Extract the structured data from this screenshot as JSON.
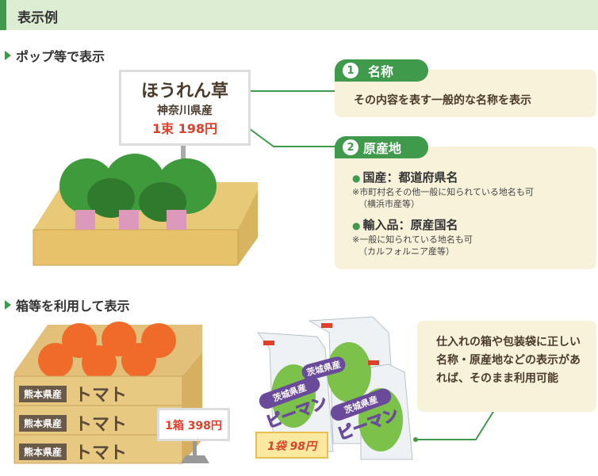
{
  "header": {
    "title": "表示例"
  },
  "section1": {
    "title": "ポップ等で表示",
    "pop": {
      "name": "ほうれん草",
      "origin": "神奈川県産",
      "price": "1束 198円"
    }
  },
  "callout1": {
    "number": "1",
    "title": "名称",
    "body": "その内容を表す一般的な名称を表示"
  },
  "callout2": {
    "number": "2",
    "title": "原産地",
    "domestic": "国産：都道府県名",
    "domestic_note": "※市町村名その他一般に知られている地名も可",
    "domestic_example": "（横浜市産等）",
    "imported": "輸入品：原産国名",
    "imported_note": "※一般に知られている地名も可",
    "imported_example": "（カルフォルニア産等）"
  },
  "section2": {
    "title": "箱等を利用して表示",
    "tomato": {
      "origin": "熊本県産",
      "name": "トマト",
      "price": "1箱 398円"
    },
    "pepper": {
      "origin": "茨城県産",
      "name": "ピーマン",
      "price": "1袋 98円"
    },
    "note": "仕入れの箱や包装袋に正しい名称・原産地などの表示があれば、そのまま利用可能"
  },
  "colors": {
    "accent": "#3f9a4c",
    "card": "#f8f2da",
    "price": "#e0402a"
  }
}
